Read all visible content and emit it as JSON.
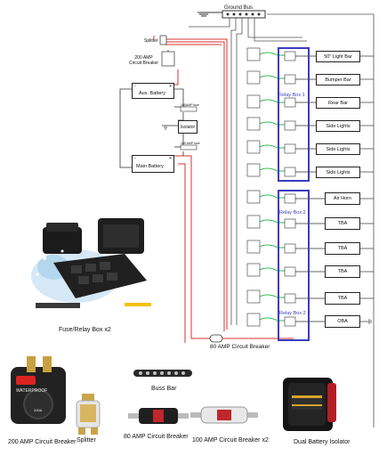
{
  "diagram": {
    "ground_bus": "Ground Bus",
    "splitter_label": "Splitter",
    "breaker_200_label": "200 AMP\nCircuit Breaker",
    "aux_battery": "Aux. Battery",
    "main_battery": "Main Battery",
    "isolator": "Isolator",
    "fuse_100_top": "100AMP fuse",
    "fuse_100_bottom": "100 AMP fuse",
    "plus": "+",
    "minus": "-",
    "breaker_80_label": "80 AMP Circuit Breaker",
    "relay_boxes": [
      "Relay Box 1",
      "Relay Box 2",
      "Relay Box 2"
    ],
    "outputs": [
      "50\" Light Bar",
      "Bumper Bar",
      "Rear Bar",
      "Side Lights",
      "Side Lights",
      "Side Lights",
      "Air Horn",
      "TBA",
      "TBA",
      "TBA",
      "TBA",
      "OBA"
    ]
  },
  "photos": {
    "fuse_relay_box": "Fuse/Relay Box x2",
    "buss_bar": "Buss Bar",
    "breaker_200": "200 AMP Circuit Breaker",
    "splitter": "Splitter",
    "breaker_80": "80 AMP Circuit Breaker",
    "breaker_100": "100 AMP Circuit Breaker x2",
    "isolator": "Dual Battery Isolator",
    "breaker_200_text": "WATERPROOF",
    "breaker_200_amp": "200A"
  },
  "colors": {
    "positive_wire": "#d9302c",
    "ground_wire": "#555555",
    "switched_wire": "#2fb84a",
    "relay_box": "#3b3cc0"
  }
}
